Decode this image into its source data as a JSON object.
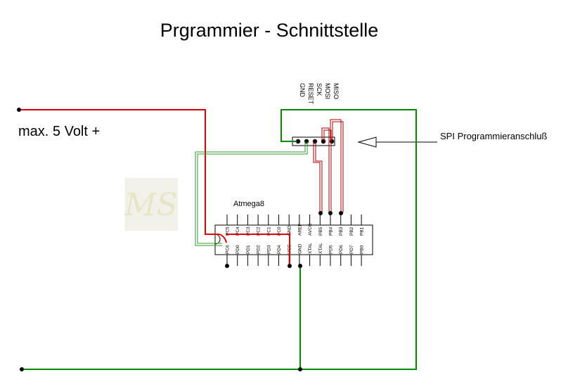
{
  "title": "Prgrammier - Schnittstelle",
  "supply_label": "max. 5 Volt +",
  "spi_label": "SPI Programmieranschluß",
  "chip_label": "Atmega8",
  "logo_text": "MS",
  "connector_pins": [
    "GND",
    "RESET",
    "SCK",
    "MOSI",
    "MISO"
  ],
  "chip_top_pins": [
    "PC5",
    "PC4",
    "PC3",
    "PC2",
    "PC1",
    "PC0",
    "GND",
    "AREF",
    "AVCC",
    "PB5",
    "PB4",
    "PB3",
    "PB2",
    "PB1"
  ],
  "chip_bottom_pins": [
    "PC6",
    "PD0",
    "PD1",
    "PD2",
    "PD3",
    "PD4",
    "VCC",
    "GND",
    "XTAL",
    "XTAL",
    "PD5",
    "PD6",
    "PD7",
    "PB0"
  ],
  "colors": {
    "vcc_wire": "#dd0000",
    "gnd_wire": "#008800",
    "signal_wire": "#aa0000",
    "reset_wire": "#339933"
  }
}
